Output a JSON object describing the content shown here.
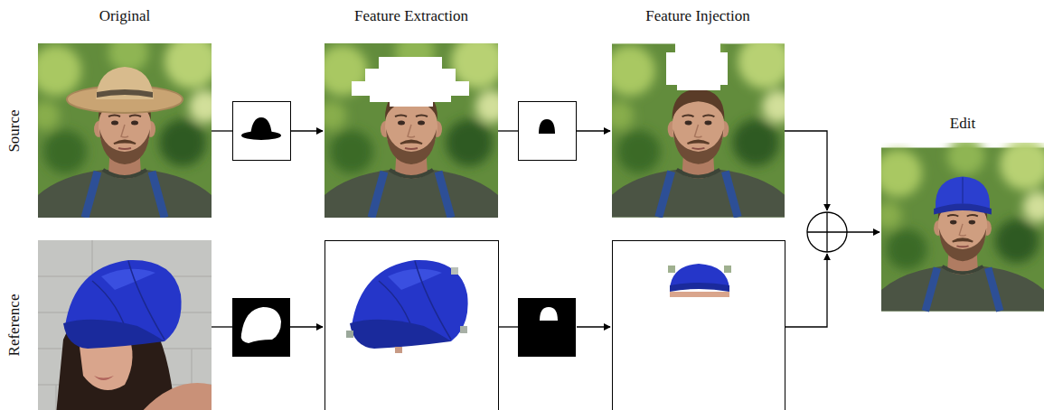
{
  "diagram": {
    "labels": [
      "Original",
      "Feature Extraction",
      "Feature Injection",
      "Source",
      "Reference",
      "Edit"
    ]
  }
}
